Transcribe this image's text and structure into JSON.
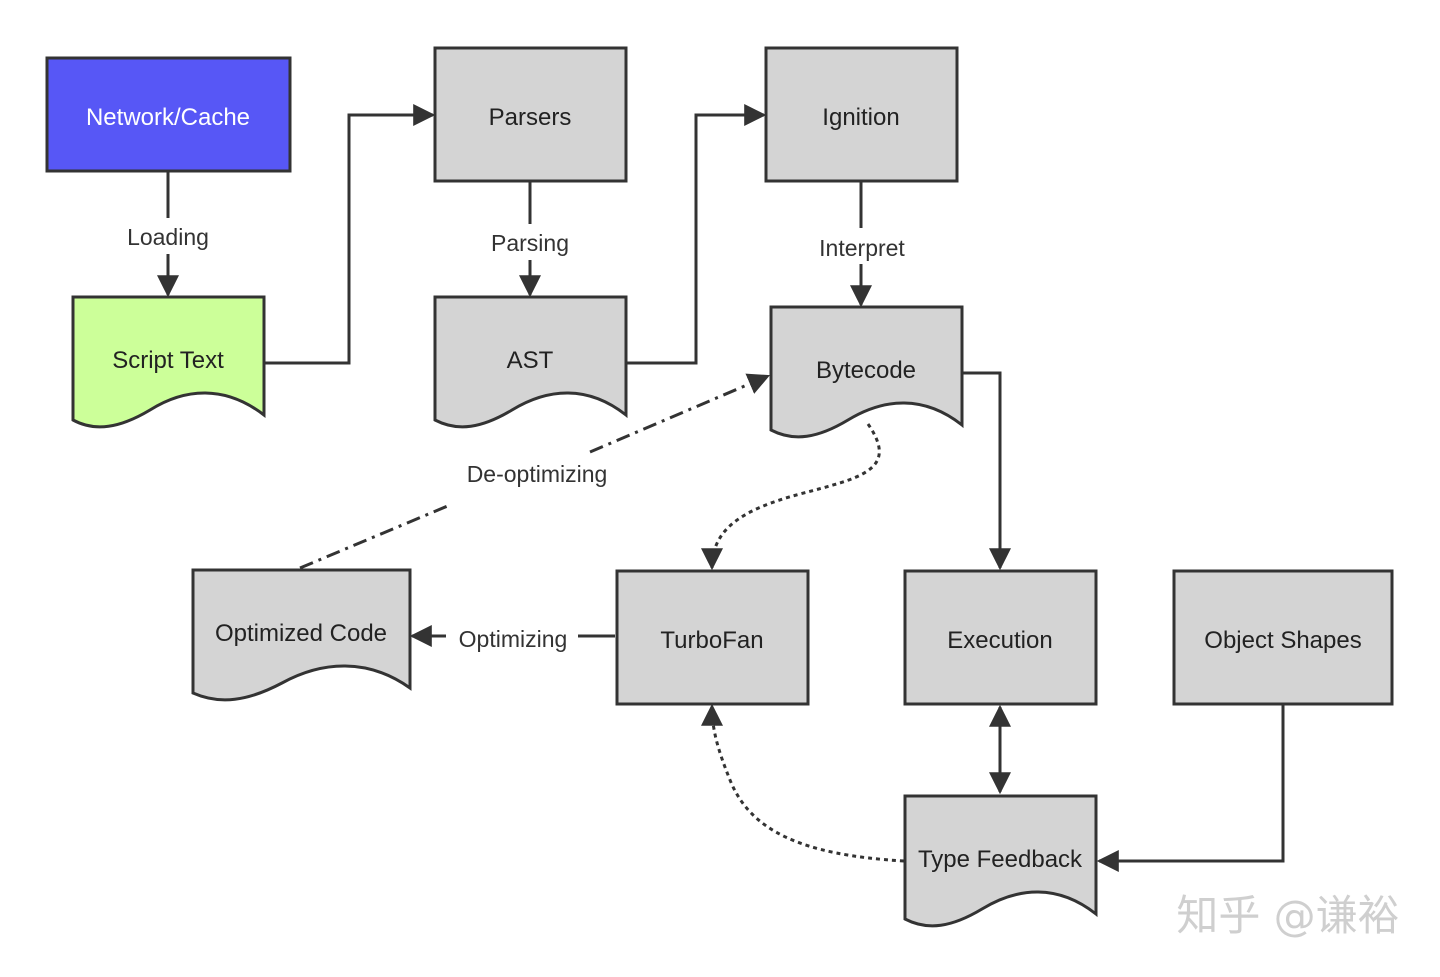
{
  "colors": {
    "network_fill": "#5757f6",
    "script_fill": "#ccff99",
    "gray_fill": "#d4d4d4",
    "stroke": "#333333"
  },
  "nodes": {
    "network_cache": "Network/Cache",
    "script_text": "Script Text",
    "parsers": "Parsers",
    "ast": "AST",
    "ignition": "Ignition",
    "bytecode": "Bytecode",
    "optimized_code": "Optimized Code",
    "turbofan": "TurboFan",
    "execution": "Execution",
    "object_shapes": "Object Shapes",
    "type_feedback": "Type Feedback"
  },
  "edges": {
    "loading": "Loading",
    "parsing": "Parsing",
    "interpret": "Interpret",
    "deoptimizing": "De-optimizing",
    "optimizing": "Optimizing"
  },
  "watermark": "知乎 @谦裕"
}
